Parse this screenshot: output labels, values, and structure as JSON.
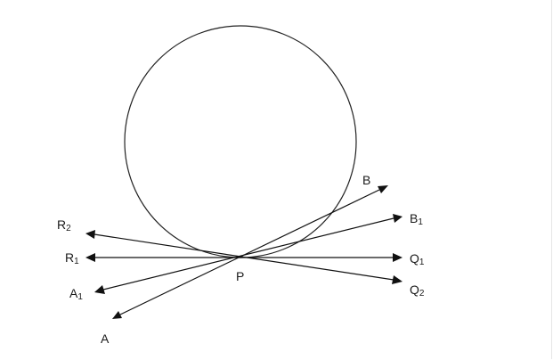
{
  "diagram": {
    "labels": {
      "B": "B",
      "B1": "B",
      "B1_sub": "1",
      "Q1": "Q",
      "Q1_sub": "1",
      "Q2": "Q",
      "Q2_sub": "2",
      "R2": "R",
      "R2_sub": "2",
      "R1": "R",
      "R1_sub": "1",
      "A1": "A",
      "A1_sub": "1",
      "A": "A",
      "P": "P"
    },
    "colors": {
      "stroke": "#111111",
      "background": "#ffffff"
    }
  }
}
